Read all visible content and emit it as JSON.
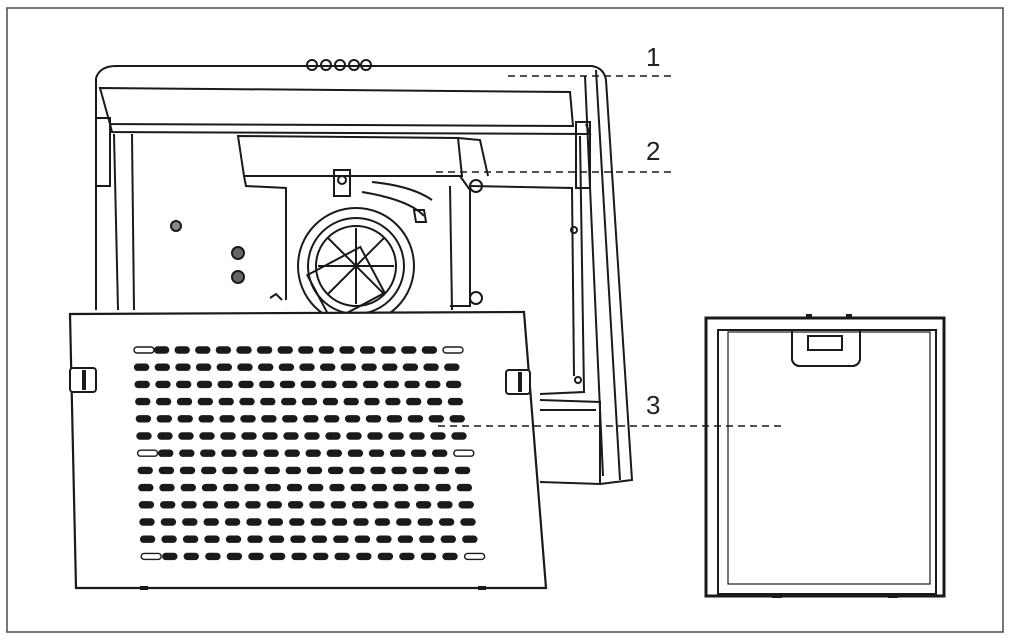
{
  "callouts": [
    {
      "number": "1"
    },
    {
      "number": "2"
    },
    {
      "number": "3"
    }
  ],
  "colors": {
    "line": "#1a1a1a",
    "frame": "#4a4a4a",
    "background": "#ffffff",
    "filter_mesh": "#ffffff"
  }
}
